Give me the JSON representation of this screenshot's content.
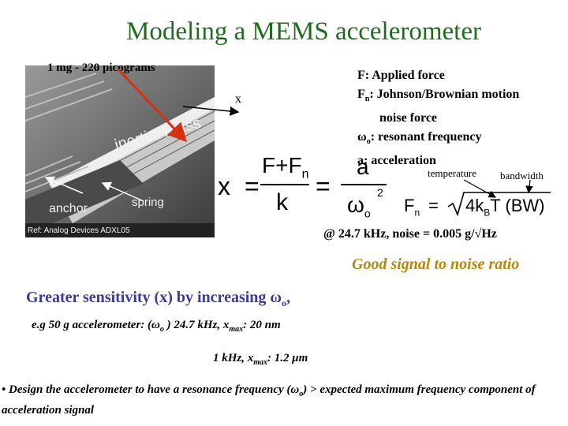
{
  "title": "Modeling  a MEMS accelerometer",
  "mass_label": "1 mg - 220 picograms",
  "image": {
    "x_label": "x",
    "mass": "inertial mass",
    "anchor": "anchor",
    "spring": "spring",
    "ref": "Ref: Analog Devices ADXL05"
  },
  "definitions": {
    "f": "F: Applied force",
    "fn_prefix": "F",
    "fn_sub": "n",
    "fn_text": ": Johnson/Brownian motion",
    "fn_text2": "noise force",
    "w_sym": "ω",
    "w_sub": "o",
    "w_text": ": resonant frequency",
    "a": "a: acceleration"
  },
  "equation": {
    "x": "x",
    "eq": "=",
    "num1": "F+F",
    "num1_sub": "n",
    "den1": "k",
    "num2": "a",
    "den2": "ω",
    "den2_sub": "o",
    "den2_sup": "2",
    "noise_lhs": "F",
    "noise_lhs_sub": "n",
    "noise_rhs": "4k",
    "noise_rhs_sub": "B",
    "noise_rhs2": "T (BW)",
    "temperature": "temperature",
    "bandwidth": "bandwidth"
  },
  "note_prefix": "@ 24.7 kHz, noise =  0.005 g/√Hz",
  "good": "Good signal to noise ratio",
  "greater_prefix": "Greater sensitivity (x) by increasing ",
  "greater_sym": "ω",
  "greater_sub": "o",
  "greater_suffix": ",",
  "eg1_a": "e.g 50 g accelerometer: (ω",
  "eg1_sub": "o",
  "eg1_b": " ) 24.7 kHz, x",
  "eg1_sub2": "max",
  "eg1_c": ": 20 nm",
  "eg2_a": "1 kHz, x",
  "eg2_sub": "max",
  "eg2_b": ": 1.2 μm",
  "design_a": "• Design the accelerometer to have a resonance frequency (ω",
  "design_sub": "o",
  "design_b": ") > expected maximum frequency component of acceleration signal"
}
